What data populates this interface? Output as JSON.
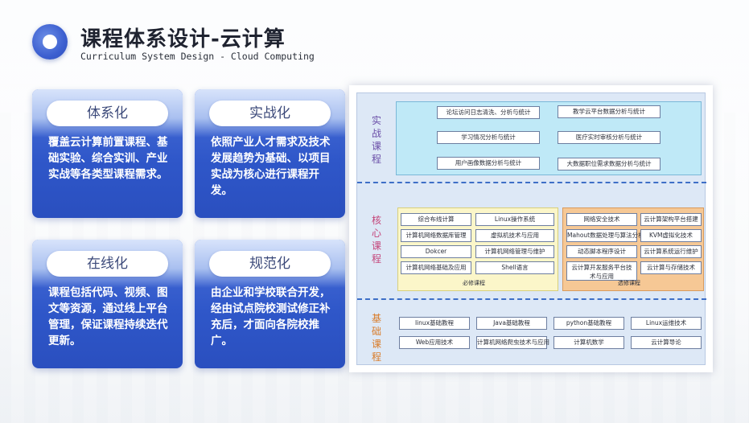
{
  "header": {
    "title": "课程体系设计-云计算",
    "subtitle": "Curriculum System Design - Cloud Computing"
  },
  "cards": [
    {
      "label": "体系化",
      "text": "覆盖云计算前置课程、基础实验、综合实训、产业实战等各类型课程需求。"
    },
    {
      "label": "实战化",
      "text": "依照产业人才需求及技术发展趋势为基础、以项目实战为核心进行课程开发。"
    },
    {
      "label": "在线化",
      "text": "课程包括代码、视频、图文等资源，通过线上平台管理，保证课程持续迭代更新。"
    },
    {
      "label": "规范化",
      "text": "由企业和学校联合开发，经由试点院校测试修正补充后，才面向各院校推广。"
    }
  ],
  "diagram": {
    "practical": {
      "label": "实战课程",
      "items": [
        "论坛访问日志清洗、分析与统计",
        "教学云平台数据分析与统计",
        "学习情况分析与统计",
        "医疗实时审核分析与统计",
        "用户画像数据分析与统计",
        "大数据职位需求数据分析与统计"
      ]
    },
    "core": {
      "label": "核心课程",
      "required_caption": "必修课程",
      "elective_caption": "选修课程",
      "required": [
        "综合布线计算",
        "Linux操作系统",
        "计算机网络数据库管理",
        "虚拟机技术与应用",
        "Dokcer",
        "计算机网络管理与维护",
        "计算机网络基础及应用",
        "Shell语言"
      ],
      "elective": [
        "网络安全技术",
        "云计算架构平台搭建",
        "Mahout数据处理与算法分析",
        "KVM虚拟化技术",
        "动态脚本程序设计",
        "云计算系统运行维护",
        "云计算开发服务平台技术与应用",
        "云计算与存储技术"
      ]
    },
    "basic": {
      "label": "基础课程",
      "items": [
        "linux基础教程",
        "Java基础教程",
        "python基础教程",
        "Linux运维技术",
        "Web应用技术",
        "计算机网络爬虫技术与应用",
        "计算机数学",
        "云计算导论"
      ]
    }
  }
}
